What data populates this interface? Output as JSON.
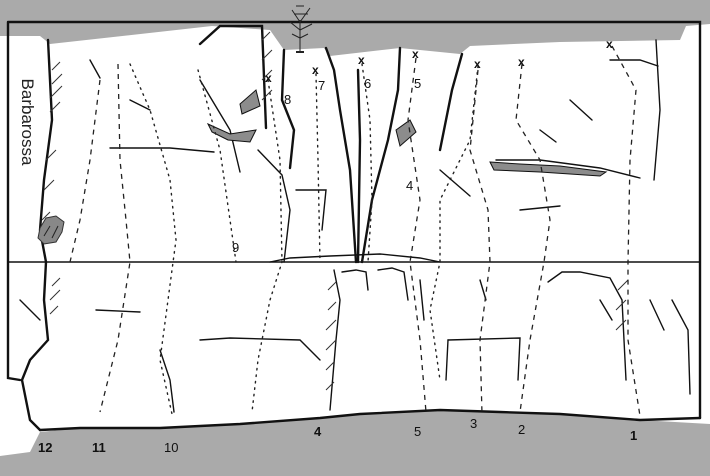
{
  "crag_name": "Barbarossa",
  "colors": {
    "sky": "#aaaaaa",
    "ground": "#aaaaaa",
    "rock_outline": "#111111",
    "patch": "#8c8c8c"
  },
  "icons": [
    "tree-icon",
    "bush-icon"
  ],
  "route_labels_bottom": [
    "12",
    "11",
    "10",
    "4",
    "5",
    "3",
    "2",
    "1"
  ],
  "route_labels_face": [
    "9",
    "8",
    "7",
    "6",
    "5",
    "4"
  ],
  "anchor_mark": "x"
}
